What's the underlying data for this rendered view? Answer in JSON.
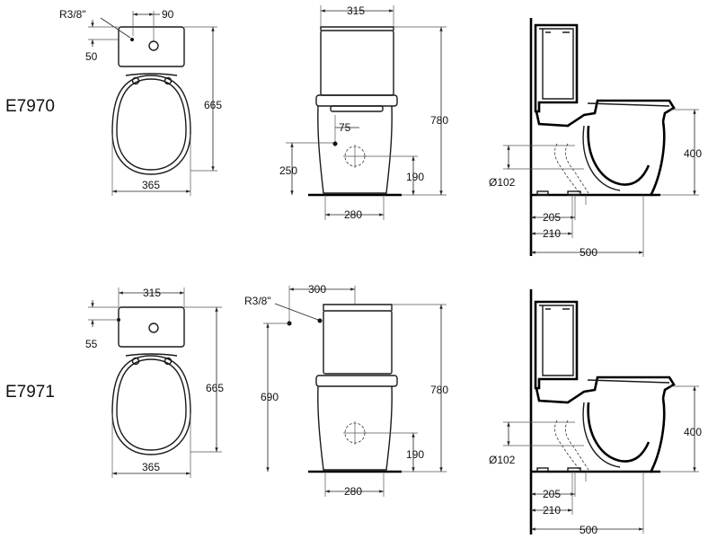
{
  "models": [
    {
      "code": "E7970",
      "top_view": {
        "inlet_label": "R3/8\"",
        "inlet_offset": "90",
        "cistern_depth": "50",
        "width": "365",
        "length": "665"
      },
      "front_view": {
        "cistern_width": "315",
        "side_offset": "75",
        "outlet_height": "250",
        "floor_outlet": "190",
        "height": "780",
        "base_width": "280"
      },
      "side_view": {
        "seat_height": "400",
        "pipe_diameter": "Ø102",
        "outlet_a": "205",
        "outlet_b": "210",
        "depth": "500"
      }
    },
    {
      "code": "E7971",
      "top_view": {
        "cistern_width": "315",
        "cistern_depth": "55",
        "width": "365",
        "length": "665"
      },
      "front_view": {
        "inlet_label": "R3/8\"",
        "inlet_offset": "300",
        "inlet_height": "690",
        "floor_outlet": "190",
        "height": "780",
        "base_width": "280"
      },
      "side_view": {
        "seat_height": "400",
        "pipe_diameter": "Ø102",
        "outlet_a": "205",
        "outlet_b": "210",
        "depth": "500"
      }
    }
  ]
}
